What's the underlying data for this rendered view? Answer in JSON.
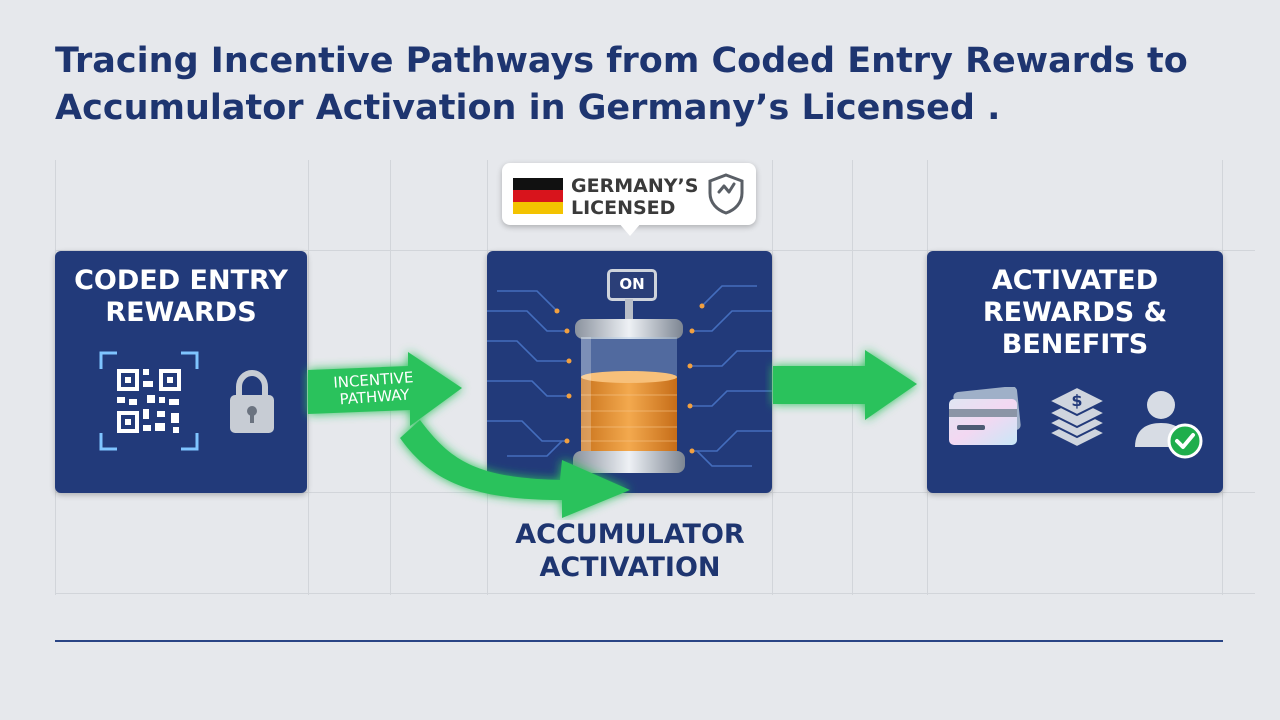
{
  "title": "Tracing Incentive Pathways from Coded Entry Rewards to Accumulator Activation in Germany’s Licensed .",
  "badge": {
    "text": "GERMANY’S LICENSED",
    "flag_colors": [
      "#111111",
      "#d8141c",
      "#f3c300"
    ],
    "shield_icon": "shield-check-icon"
  },
  "panels": {
    "coded_entry": {
      "label": "CODED ENTRY REWARDS",
      "icons": [
        "qr-code-icon",
        "padlock-icon"
      ]
    },
    "accumulator": {
      "switch_label": "ON",
      "icon": "accumulator-tank-icon",
      "caption": "ACCUMULATOR ACTIVATION"
    },
    "activated": {
      "label": "ACTIVATED REWARDS & BENEFITS",
      "icons": [
        "card-icon",
        "coin-stack-icon",
        "user-check-icon"
      ]
    }
  },
  "arrows": {
    "pathway_label": "INCENTIVE PATHWAY"
  },
  "colors": {
    "panel": "#223a7a",
    "title": "#1e3570",
    "arrow": "#2cc25c",
    "fluid": "#e8922e",
    "check": "#1fae4c"
  }
}
